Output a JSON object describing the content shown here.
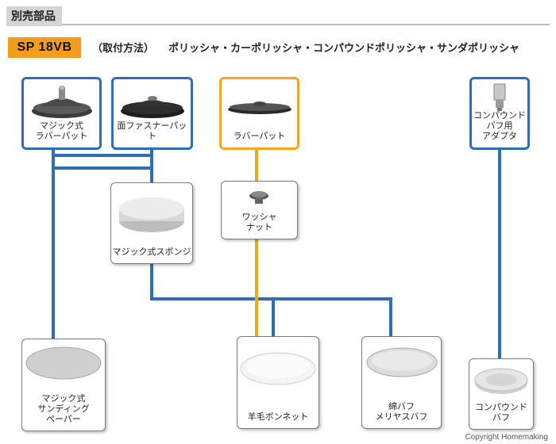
{
  "header": {
    "title": "別売部品"
  },
  "model": "SP 18VB",
  "methods": {
    "label": "（取付方法）",
    "items": "ポリッシャ・カーポリッシャ・コンパウンドポリッシャ・サンダポリッシャ"
  },
  "nodes": {
    "magic_rubber_pad": "マジック式\nラバーパット",
    "fastener_pad": "面ファスナーパット",
    "rubber_pad": "ラバーパット",
    "compound_adapter": "コンパウンド\nバフ用\nアダプタ",
    "magic_sponge": "マジック式スポンジ",
    "washer_nut": "ワッシャ\nナット",
    "sanding_paper": "マジック式\nサンディング\nペーパー",
    "wool_bonnet": "羊毛ボンネット",
    "cotton_buff": "綿バフ\nメリヤスバフ",
    "compound_buff": "コンパウンド\nバフ"
  },
  "colors": {
    "blue": "#2f6db5",
    "orange": "#f5a623",
    "model_bg": "#f39c1e"
  },
  "copyright": "Copyright Homemaking"
}
